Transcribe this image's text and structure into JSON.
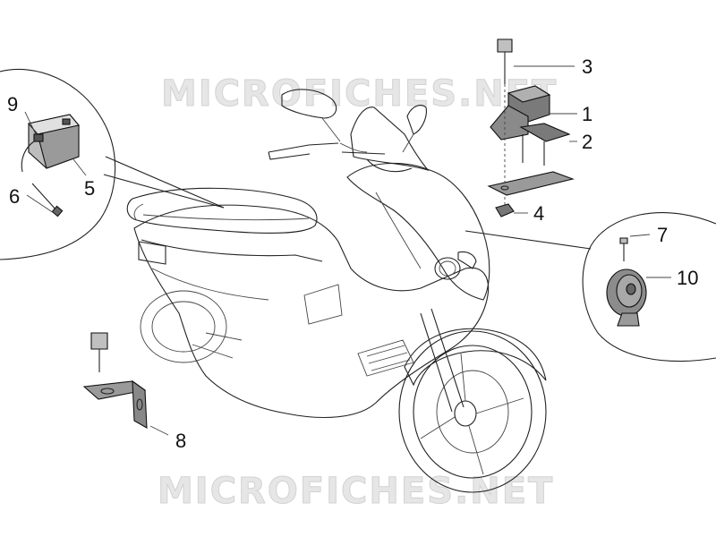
{
  "watermark": {
    "top": "MICROFICHES.NET",
    "bottom": "MICROFICHES.NET"
  },
  "callouts": {
    "c1": "1",
    "c2": "2",
    "c3": "3",
    "c4": "4",
    "c5": "5",
    "c6": "6",
    "c7": "7",
    "c8": "8",
    "c9": "9",
    "c10": "10"
  },
  "colors": {
    "line": "#222222",
    "part_fill": "#8c8c8c",
    "part_dark": "#555555",
    "watermark": "#e6e6e6"
  },
  "icons": [
    "battery-icon",
    "relay-icon",
    "horn-icon",
    "bracket-icon",
    "bolt-icon",
    "scooter-illustration"
  ]
}
